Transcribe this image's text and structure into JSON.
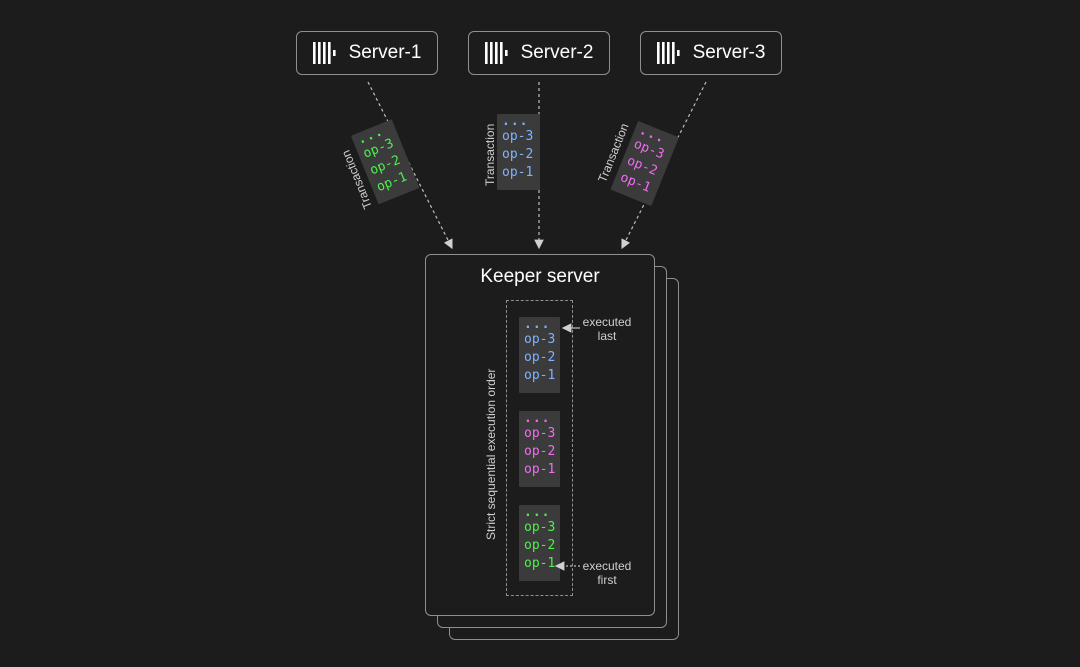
{
  "servers": [
    {
      "label": "Server-1"
    },
    {
      "label": "Server-2"
    },
    {
      "label": "Server-3"
    }
  ],
  "transaction_label": "Transaction",
  "keeper": {
    "title": "Keeper server"
  },
  "order_label": "Strict sequential execution order",
  "ops": {
    "dots": "...",
    "op3": "op-3",
    "op2": "op-2",
    "op1": "op-1"
  },
  "notes": {
    "last": {
      "line1": "executed",
      "line2": "last"
    },
    "first": {
      "line1": "executed",
      "line2": "first"
    }
  },
  "colors": {
    "background": "#1c1c1c",
    "server1_ops": "#4cf24c",
    "server2_ops": "#7fb2ff",
    "server3_ops": "#f26cf2",
    "border": "#8f8f8f"
  },
  "icons": {
    "server": "clickhouse-bars-icon"
  }
}
